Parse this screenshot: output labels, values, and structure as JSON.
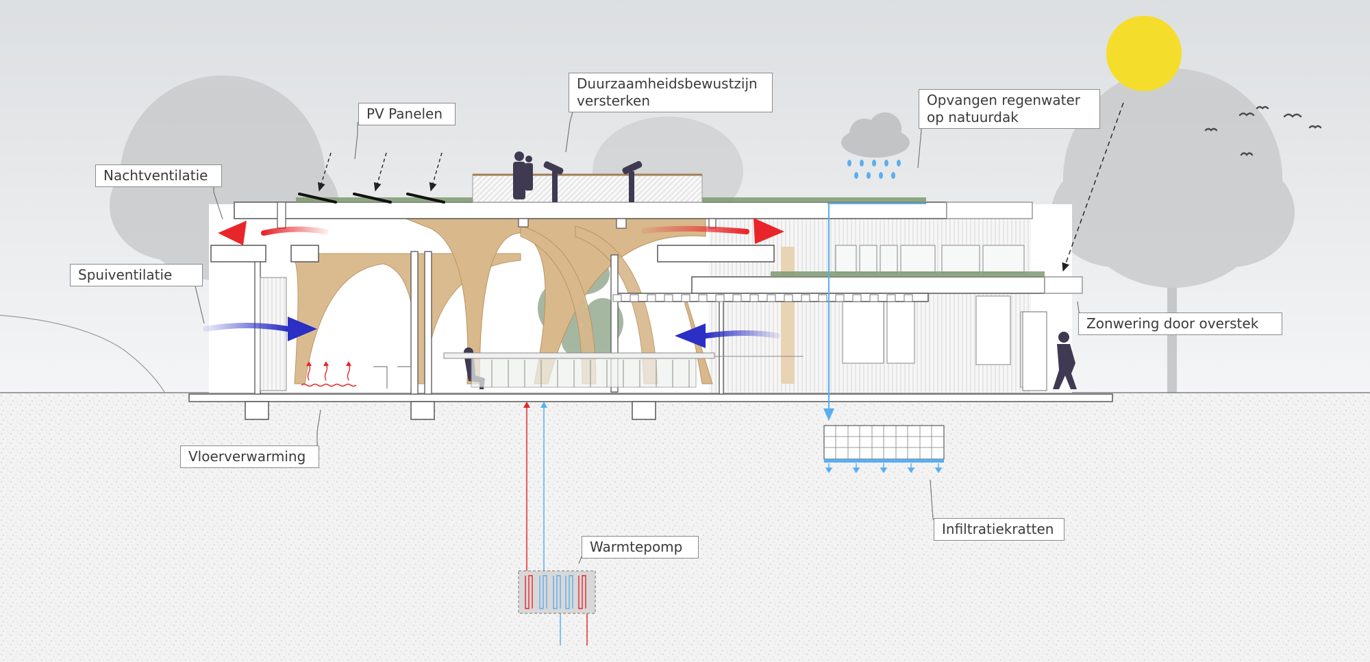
{
  "labels": {
    "pv_panelen": "PV Panelen",
    "duurzaamheid_line1": "Duurzaamheidsbewustzijn",
    "duurzaamheid_line2": "versterken",
    "regenwater_line1": "Opvangen regenwater",
    "regenwater_line2": "op natuurdak",
    "nachtventilatie": "Nachtventilatie",
    "spuiventilatie": "Spuiventilatie",
    "zonwering": "Zonwering door overstek",
    "vloerverwarming": "Vloerverwarming",
    "warmtepomp": "Warmtepomp",
    "infiltratiekratten": "Infiltratiekratten"
  },
  "icons": [
    "sun-icon",
    "rain-cloud-icon",
    "birds-icon",
    "person-icon",
    "tree-icon",
    "heat-pump-icon",
    "infiltration-crate-icon"
  ],
  "colors": {
    "sky_top": "#dcdfe1",
    "ground": "#f3f3f3",
    "sun": "#f5dd2c",
    "warm_air": "#e8262a",
    "cool_air": "#2b2fc4",
    "water": "#5aaef0",
    "wood": "#d9b88b",
    "green_roof": "#7f9a72",
    "figure": "#3f3a52",
    "label_border": "#8a8a8a"
  }
}
